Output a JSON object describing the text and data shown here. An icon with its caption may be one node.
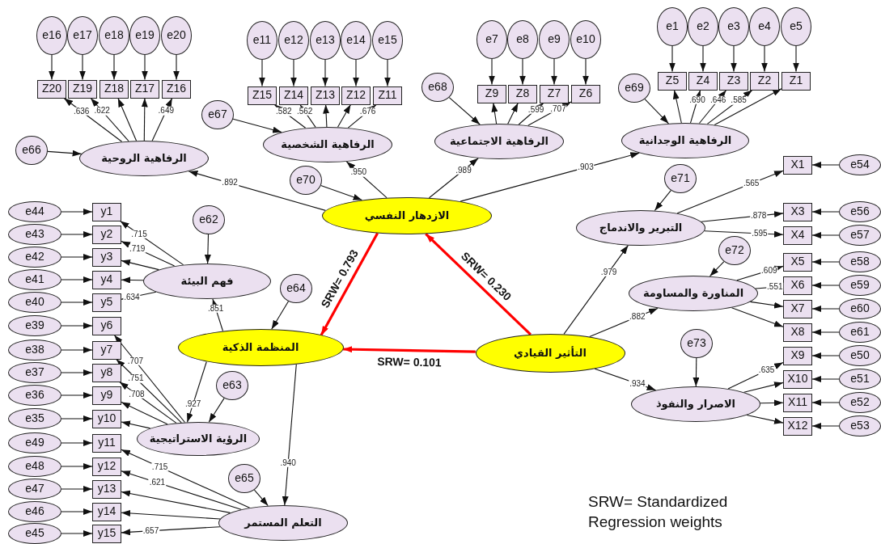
{
  "diagram": {
    "nodes": [
      {
        "text": [
          "e16"
        ]
      },
      {
        "text": [
          "e17"
        ]
      },
      {
        "text": [
          "e18"
        ]
      },
      {
        "text": [
          "e19"
        ]
      },
      {
        "text": [
          "e20"
        ]
      },
      {
        "text": [
          "Z20"
        ]
      },
      {
        "text": [
          "Z19"
        ]
      },
      {
        "text": [
          "Z18"
        ]
      },
      {
        "text": [
          "Z17"
        ]
      },
      {
        "text": [
          "Z16"
        ]
      },
      {
        "text": [
          "e66"
        ]
      },
      {
        "text": [
          "الرفاهية الروحية"
        ]
      },
      {
        "text": [
          "e11"
        ]
      },
      {
        "text": [
          "e12"
        ]
      },
      {
        "text": [
          "e13"
        ]
      },
      {
        "text": [
          "e14"
        ]
      },
      {
        "text": [
          "e15"
        ]
      },
      {
        "text": [
          "Z15"
        ]
      },
      {
        "text": [
          "Z14"
        ]
      },
      {
        "text": [
          "Z13"
        ]
      },
      {
        "text": [
          "Z12"
        ]
      },
      {
        "text": [
          "Z11"
        ]
      },
      {
        "text": [
          "e67"
        ]
      },
      {
        "text": [
          "الرفاهية الشخصية"
        ]
      },
      {
        "text": [
          "e68"
        ]
      },
      {
        "text": [
          "e7"
        ]
      },
      {
        "text": [
          "e8"
        ]
      },
      {
        "text": [
          "e9"
        ]
      },
      {
        "text": [
          "e10"
        ]
      },
      {
        "text": [
          "Z9"
        ]
      },
      {
        "text": [
          "Z8"
        ]
      },
      {
        "text": [
          "Z7"
        ]
      },
      {
        "text": [
          "Z6"
        ]
      },
      {
        "text": [
          "الرفاهية الاجتماعية"
        ]
      },
      {
        "text": [
          "e69"
        ]
      },
      {
        "text": [
          "e1"
        ]
      },
      {
        "text": [
          "e2"
        ]
      },
      {
        "text": [
          "e3"
        ]
      },
      {
        "text": [
          "e4"
        ]
      },
      {
        "text": [
          "e5"
        ]
      },
      {
        "text": [
          "Z5"
        ]
      },
      {
        "text": [
          "Z4"
        ]
      },
      {
        "text": [
          "Z3"
        ]
      },
      {
        "text": [
          "Z2"
        ]
      },
      {
        "text": [
          "Z1"
        ]
      },
      {
        "text": [
          "الرفاهية الوجدانية"
        ]
      },
      {
        "text": [
          "e70"
        ]
      },
      {
        "text": [
          "الازدهار النفسي"
        ]
      },
      {
        "text": [
          "e71"
        ]
      },
      {
        "text": [
          "X1"
        ]
      },
      {
        "text": [
          "e54"
        ]
      },
      {
        "text": [
          "التبرير والاندماج"
        ]
      },
      {
        "text": [
          "X3"
        ]
      },
      {
        "text": [
          "e56"
        ]
      },
      {
        "text": [
          "X4"
        ]
      },
      {
        "text": [
          "e57"
        ]
      },
      {
        "text": [
          "e44"
        ]
      },
      {
        "text": [
          "y1"
        ]
      },
      {
        "text": [
          "e43"
        ]
      },
      {
        "text": [
          "y2"
        ]
      },
      {
        "text": [
          "e42"
        ]
      },
      {
        "text": [
          "y3"
        ]
      },
      {
        "text": [
          "e41"
        ]
      },
      {
        "text": [
          "y4"
        ]
      },
      {
        "text": [
          "e40"
        ]
      },
      {
        "text": [
          "y5"
        ]
      },
      {
        "text": [
          "e62"
        ]
      },
      {
        "text": [
          "فهم البيئة"
        ]
      },
      {
        "text": [
          "e64"
        ]
      },
      {
        "text": [
          "المنظمة الذكية"
        ]
      },
      {
        "text": [
          "e39"
        ]
      },
      {
        "text": [
          "y6"
        ]
      },
      {
        "text": [
          "e38"
        ]
      },
      {
        "text": [
          "y7"
        ]
      },
      {
        "text": [
          "e37"
        ]
      },
      {
        "text": [
          "y8"
        ]
      },
      {
        "text": [
          "e36"
        ]
      },
      {
        "text": [
          "y9"
        ]
      },
      {
        "text": [
          "e35"
        ]
      },
      {
        "text": [
          "y10"
        ]
      },
      {
        "text": [
          "e63"
        ]
      },
      {
        "text": [
          "الرؤية الاستراتيجية"
        ]
      },
      {
        "text": [
          "e49"
        ]
      },
      {
        "text": [
          "y11"
        ]
      },
      {
        "text": [
          "e48"
        ]
      },
      {
        "text": [
          "y12"
        ]
      },
      {
        "text": [
          "e47"
        ]
      },
      {
        "text": [
          "y13"
        ]
      },
      {
        "text": [
          "e46"
        ]
      },
      {
        "text": [
          "y14"
        ]
      },
      {
        "text": [
          "e45"
        ]
      },
      {
        "text": [
          "y15"
        ]
      },
      {
        "text": [
          "e65"
        ]
      },
      {
        "text": [
          "التعلم المستمر"
        ]
      },
      {
        "text": [
          "التأثير القيادي"
        ]
      },
      {
        "text": [
          "e72"
        ]
      },
      {
        "text": [
          "المناورة والمساومة"
        ]
      },
      {
        "text": [
          "X5"
        ]
      },
      {
        "text": [
          "e58"
        ]
      },
      {
        "text": [
          "X6"
        ]
      },
      {
        "text": [
          "e59"
        ]
      },
      {
        "text": [
          "X7"
        ]
      },
      {
        "text": [
          "e60"
        ]
      },
      {
        "text": [
          "X8"
        ]
      },
      {
        "text": [
          "e61"
        ]
      },
      {
        "text": [
          "e73"
        ]
      },
      {
        "text": [
          "الاصرار والنفوذ"
        ]
      },
      {
        "text": [
          "X9"
        ]
      },
      {
        "text": [
          "e50"
        ]
      },
      {
        "text": [
          "X10"
        ]
      },
      {
        "text": [
          "e51"
        ]
      },
      {
        "text": [
          "X11"
        ]
      },
      {
        "text": [
          "e52"
        ]
      },
      {
        "text": [
          "X12"
        ]
      },
      {
        "text": [
          "e53"
        ]
      }
    ],
    "edges": [
      {
        "from": 0,
        "to": 5,
        "arrow": "to"
      },
      {
        "from": 1,
        "to": 6,
        "arrow": "to"
      },
      {
        "from": 2,
        "to": 7,
        "arrow": "to"
      },
      {
        "from": 3,
        "to": 8,
        "arrow": "to"
      },
      {
        "from": 4,
        "to": 9,
        "arrow": "to"
      },
      {
        "from": 11,
        "to": 5,
        "arrow": "to",
        "label": ".636"
      },
      {
        "from": 11,
        "to": 6,
        "arrow": "to",
        "label": ".622"
      },
      {
        "from": 11,
        "to": 7,
        "arrow": "to"
      },
      {
        "from": 11,
        "to": 8,
        "arrow": "to"
      },
      {
        "from": 11,
        "to": 9,
        "arrow": "to",
        "label": ".649"
      },
      {
        "from": 10,
        "to": 11,
        "arrow": "to"
      },
      {
        "from": 12,
        "to": 17,
        "arrow": "to"
      },
      {
        "from": 13,
        "to": 18,
        "arrow": "to"
      },
      {
        "from": 14,
        "to": 19,
        "arrow": "to"
      },
      {
        "from": 15,
        "to": 20,
        "arrow": "to"
      },
      {
        "from": 16,
        "to": 21,
        "arrow": "to"
      },
      {
        "from": 23,
        "to": 17,
        "arrow": "to",
        "label": ".582"
      },
      {
        "from": 23,
        "to": 18,
        "arrow": "to",
        "label": ".562"
      },
      {
        "from": 23,
        "to": 19,
        "arrow": "to"
      },
      {
        "from": 23,
        "to": 20,
        "arrow": "to"
      },
      {
        "from": 23,
        "to": 21,
        "arrow": "to",
        "label": ".676"
      },
      {
        "from": 22,
        "to": 23,
        "arrow": "to"
      },
      {
        "from": 25,
        "to": 29,
        "arrow": "to"
      },
      {
        "from": 26,
        "to": 30,
        "arrow": "to"
      },
      {
        "from": 27,
        "to": 31,
        "arrow": "to"
      },
      {
        "from": 28,
        "to": 32,
        "arrow": "to"
      },
      {
        "from": 33,
        "to": 29,
        "arrow": "to"
      },
      {
        "from": 33,
        "to": 30,
        "arrow": "to"
      },
      {
        "from": 33,
        "to": 31,
        "arrow": "to",
        "label": ".599"
      },
      {
        "from": 33,
        "to": 32,
        "arrow": "to",
        "label": ".707"
      },
      {
        "from": 24,
        "to": 33,
        "arrow": "to"
      },
      {
        "from": 35,
        "to": 40,
        "arrow": "to"
      },
      {
        "from": 36,
        "to": 41,
        "arrow": "to"
      },
      {
        "from": 37,
        "to": 42,
        "arrow": "to"
      },
      {
        "from": 38,
        "to": 43,
        "arrow": "to"
      },
      {
        "from": 39,
        "to": 44,
        "arrow": "to"
      },
      {
        "from": 45,
        "to": 40,
        "arrow": "to"
      },
      {
        "from": 45,
        "to": 41,
        "arrow": "to",
        "label": ".690"
      },
      {
        "from": 45,
        "to": 42,
        "arrow": "to",
        "label": ".646"
      },
      {
        "from": 45,
        "to": 43,
        "arrow": "to",
        "label": ".585"
      },
      {
        "from": 45,
        "to": 44,
        "arrow": "to"
      },
      {
        "from": 34,
        "to": 45,
        "arrow": "to"
      },
      {
        "from": 47,
        "to": 11,
        "arrow": "to",
        "label": ".892"
      },
      {
        "from": 47,
        "to": 23,
        "arrow": "to",
        "label": ".950"
      },
      {
        "from": 47,
        "to": 33,
        "arrow": "to",
        "label": ".989"
      },
      {
        "from": 47,
        "to": 45,
        "arrow": "to",
        "label": ".903"
      },
      {
        "from": 46,
        "to": 47,
        "arrow": "to"
      },
      {
        "from": 51,
        "to": 49,
        "arrow": "to",
        "label": ".565"
      },
      {
        "from": 51,
        "to": 52,
        "arrow": "to",
        "label": ".878"
      },
      {
        "from": 51,
        "to": 54,
        "arrow": "to",
        "label": ".595"
      },
      {
        "from": 50,
        "to": 49,
        "arrow": "to"
      },
      {
        "from": 53,
        "to": 52,
        "arrow": "to"
      },
      {
        "from": 55,
        "to": 54,
        "arrow": "to"
      },
      {
        "from": 48,
        "to": 51,
        "arrow": "to"
      },
      {
        "from": 56,
        "to": 57,
        "arrow": "to"
      },
      {
        "from": 58,
        "to": 59,
        "arrow": "to"
      },
      {
        "from": 60,
        "to": 61,
        "arrow": "to"
      },
      {
        "from": 62,
        "to": 63,
        "arrow": "to"
      },
      {
        "from": 64,
        "to": 65,
        "arrow": "to"
      },
      {
        "from": 67,
        "to": 57,
        "arrow": "to",
        "label": ".715"
      },
      {
        "from": 67,
        "to": 59,
        "arrow": "to",
        "label": ".719"
      },
      {
        "from": 67,
        "to": 61,
        "arrow": "to"
      },
      {
        "from": 67,
        "to": 63,
        "arrow": "to"
      },
      {
        "from": 67,
        "to": 65,
        "arrow": "to",
        "label": ".634"
      },
      {
        "from": 66,
        "to": 67,
        "arrow": "to"
      },
      {
        "from": 69,
        "to": 67,
        "arrow": "to",
        "label": ".851"
      },
      {
        "from": 68,
        "to": 69,
        "arrow": "to"
      },
      {
        "from": 70,
        "to": 71,
        "arrow": "to"
      },
      {
        "from": 72,
        "to": 73,
        "arrow": "to"
      },
      {
        "from": 74,
        "to": 75,
        "arrow": "to"
      },
      {
        "from": 76,
        "to": 77,
        "arrow": "to"
      },
      {
        "from": 78,
        "to": 79,
        "arrow": "to"
      },
      {
        "from": 81,
        "to": 71,
        "arrow": "to",
        "label": ".707"
      },
      {
        "from": 81,
        "to": 73,
        "arrow": "to",
        "label": ".751"
      },
      {
        "from": 81,
        "to": 75,
        "arrow": "to",
        "label": ".708"
      },
      {
        "from": 81,
        "to": 77,
        "arrow": "to"
      },
      {
        "from": 81,
        "to": 79,
        "arrow": "to"
      },
      {
        "from": 80,
        "to": 81,
        "arrow": "to"
      },
      {
        "from": 69,
        "to": 81,
        "arrow": "to",
        "label": ".927"
      },
      {
        "from": 82,
        "to": 83,
        "arrow": "to"
      },
      {
        "from": 84,
        "to": 85,
        "arrow": "to"
      },
      {
        "from": 86,
        "to": 87,
        "arrow": "to"
      },
      {
        "from": 88,
        "to": 89,
        "arrow": "to"
      },
      {
        "from": 90,
        "to": 91,
        "arrow": "to"
      },
      {
        "from": 93,
        "to": 83,
        "arrow": "to",
        "label": ".715"
      },
      {
        "from": 93,
        "to": 85,
        "arrow": "to",
        "label": ".621"
      },
      {
        "from": 93,
        "to": 87,
        "arrow": "to"
      },
      {
        "from": 93,
        "to": 89,
        "arrow": "to"
      },
      {
        "from": 93,
        "to": 91,
        "arrow": "to",
        "label": ".657"
      },
      {
        "from": 92,
        "to": 93,
        "arrow": "to"
      },
      {
        "from": 69,
        "to": 93,
        "arrow": "to",
        "label": ".940"
      },
      {
        "from": 94,
        "to": 51,
        "arrow": "to",
        "label": ".979"
      },
      {
        "from": 94,
        "to": 96,
        "arrow": "to",
        "label": ".882"
      },
      {
        "from": 94,
        "to": 106,
        "arrow": "to",
        "label": ".934"
      },
      {
        "from": 96,
        "to": 97,
        "arrow": "to",
        "label": ".609"
      },
      {
        "from": 96,
        "to": 99,
        "arrow": "to",
        "label": ".551"
      },
      {
        "from": 96,
        "to": 101,
        "arrow": "to"
      },
      {
        "from": 96,
        "to": 103,
        "arrow": "to"
      },
      {
        "from": 98,
        "to": 97,
        "arrow": "to"
      },
      {
        "from": 100,
        "to": 99,
        "arrow": "to"
      },
      {
        "from": 102,
        "to": 101,
        "arrow": "to"
      },
      {
        "from": 104,
        "to": 103,
        "arrow": "to"
      },
      {
        "from": 95,
        "to": 96,
        "arrow": "to"
      },
      {
        "from": 106,
        "to": 107,
        "arrow": "to",
        "label": ".635"
      },
      {
        "from": 106,
        "to": 109,
        "arrow": "to"
      },
      {
        "from": 106,
        "to": 111,
        "arrow": "to"
      },
      {
        "from": 106,
        "to": 113,
        "arrow": "to"
      },
      {
        "from": 108,
        "to": 107,
        "arrow": "to"
      },
      {
        "from": 110,
        "to": 109,
        "arrow": "to"
      },
      {
        "from": 112,
        "to": 111,
        "arrow": "to"
      },
      {
        "from": 114,
        "to": 113,
        "arrow": "to"
      },
      {
        "from": 105,
        "to": 106,
        "arrow": "to"
      },
      {
        "from": 47,
        "to": 69,
        "arrow": "to",
        "label": "SRW= 0.793",
        "style": "thick",
        "color": "#ff0000"
      },
      {
        "from": 94,
        "to": 47,
        "arrow": "to",
        "label": "SRW= 0.230",
        "style": "thick",
        "color": "#ff0000"
      },
      {
        "from": 94,
        "to": 69,
        "arrow": "to",
        "label": "SRW= 0.101",
        "style": "thick",
        "color": "#ff0000"
      }
    ],
    "labels": [
      "SRW= Standardized Regression weights"
    ]
  }
}
